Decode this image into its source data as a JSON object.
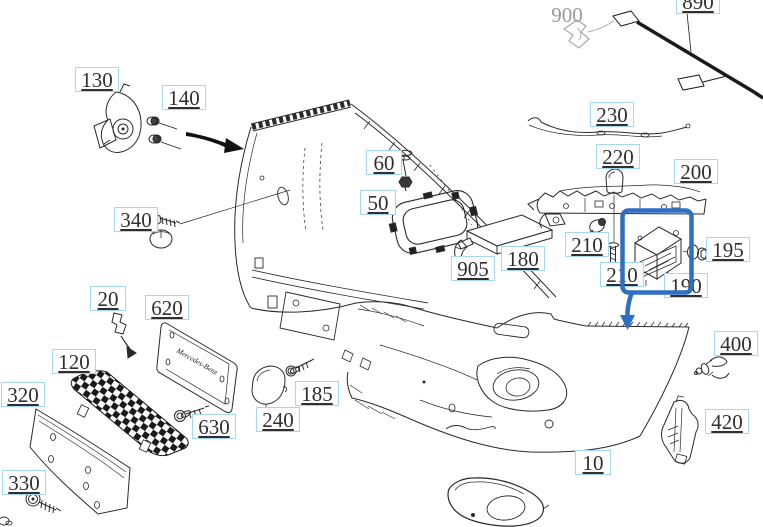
{
  "diagram": {
    "type": "exploded-parts-diagram",
    "subject": "front-bumper-assembly",
    "brand_plate_text": "Mercedes-Benz",
    "colors": {
      "label_border": "#a6d7f1",
      "label_text": "#2f2f2f",
      "label_muted_text": "#9a9a9a",
      "highlight_blue": "#2e6fc4",
      "line_color": "#222222"
    }
  },
  "labels": [
    {
      "part": "130",
      "text": "130"
    },
    {
      "part": "140",
      "text": "140"
    },
    {
      "part": "340",
      "text": "340"
    },
    {
      "part": "900",
      "text": "900"
    },
    {
      "part": "890",
      "text": "890"
    },
    {
      "part": "230",
      "text": "230"
    },
    {
      "part": "220",
      "text": "220"
    },
    {
      "part": "200",
      "text": "200"
    },
    {
      "part": "60",
      "text": "60"
    },
    {
      "part": "50",
      "text": "50"
    },
    {
      "part": "210-upper",
      "text": "210"
    },
    {
      "part": "210-lower",
      "text": "210"
    },
    {
      "part": "195",
      "text": "195"
    },
    {
      "part": "190",
      "text": "190"
    },
    {
      "part": "905",
      "text": "905"
    },
    {
      "part": "180",
      "text": "180"
    },
    {
      "part": "20",
      "text": "20"
    },
    {
      "part": "620",
      "text": "620"
    },
    {
      "part": "120",
      "text": "120"
    },
    {
      "part": "320",
      "text": "320"
    },
    {
      "part": "330",
      "text": "330"
    },
    {
      "part": "630",
      "text": "630"
    },
    {
      "part": "240",
      "text": "240"
    },
    {
      "part": "185",
      "text": "185"
    },
    {
      "part": "400",
      "text": "400"
    },
    {
      "part": "420",
      "text": "420"
    },
    {
      "part": "10",
      "text": "10"
    }
  ]
}
